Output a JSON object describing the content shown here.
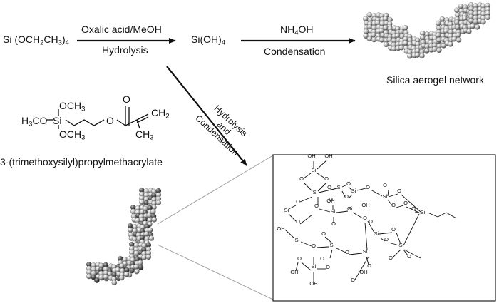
{
  "scheme": {
    "reactant": {
      "prefix": "Si (OCH",
      "s1": "2",
      "mid": "CH",
      "s2": "3",
      "close": ")",
      "s3": "4"
    },
    "step1": {
      "top": "Oxalic acid/MeOH",
      "bottom": "Hydrolysis"
    },
    "intermediate": "Si(OH)",
    "intermediate_sub": "4",
    "step2": {
      "top_prefix": "NH",
      "top_sub": "4",
      "top_suffix": "OH",
      "bottom": "Condensation"
    },
    "product1": "Silica aerogel network",
    "step3": [
      "Hydrolysis",
      "and",
      "Condensation"
    ],
    "modifier_name": "3-(trimethoxysilyl)propylmethacrylate",
    "modifier_structure": {
      "och3_top": "OCH",
      "och3_top_sub": "3",
      "h3co": "H",
      "h3co_sub": "3",
      "h3co_suffix": "CO",
      "si": "Si",
      "och3_bot": "OCH",
      "och3_bot_sub": "3",
      "o_ester": "O",
      "o_carbonyl": "O",
      "ch2": "CH",
      "ch2_sub": "2",
      "ch3": "CH",
      "ch3_sub": "3"
    },
    "network_labels": {
      "si": "Si",
      "o": "O",
      "oh": "OH"
    }
  }
}
